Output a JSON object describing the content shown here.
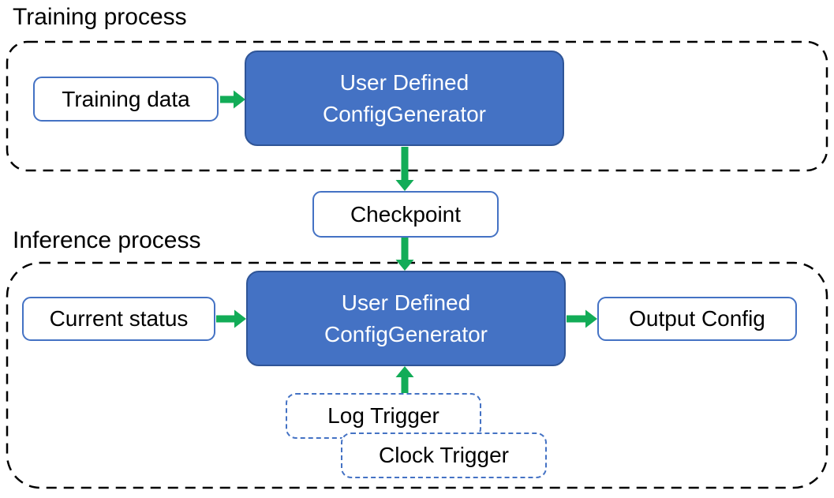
{
  "colors": {
    "box-blue": "#4472C4",
    "box-blue-border": "#2F5597",
    "outline-blue": "#4472C4",
    "arrow-green": "#12AC57"
  },
  "training": {
    "title": "Training process",
    "input_label": "Training data",
    "generator_line1": "User Defined",
    "generator_line2": "ConfigGenerator"
  },
  "checkpoint": {
    "label": "Checkpoint"
  },
  "inference": {
    "title": "Inference process",
    "input_label": "Current status",
    "generator_line1": "User Defined",
    "generator_line2": "ConfigGenerator",
    "output_label": "Output Config",
    "log_trigger_label": "Log Trigger",
    "clock_trigger_label": "Clock Trigger"
  }
}
